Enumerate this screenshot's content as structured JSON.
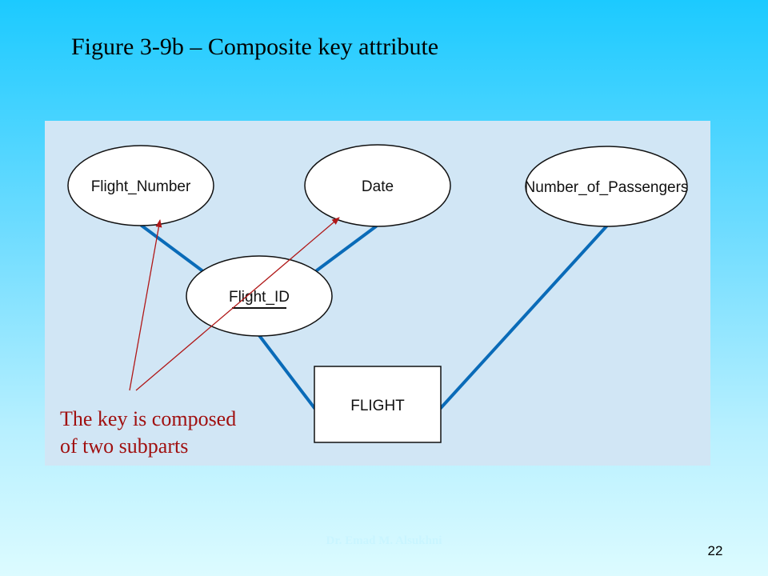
{
  "slide": {
    "title": "Figure 3-9b – Composite key attribute",
    "annotation_line1": "The key is composed",
    "annotation_line2": "of two subparts",
    "footer_author": "Dr. Emad M. Alsukhni",
    "page_number": "22"
  },
  "diagram": {
    "attributes": {
      "flight_number": "Flight_Number",
      "date": "Date",
      "number_of_passengers": "Number_of_Passengers",
      "flight_id": "Flight_ID"
    },
    "entity": "FLIGHT",
    "colors": {
      "panel": "#d1e6f5",
      "connector": "#0a6bb8",
      "arrow": "#b01818",
      "annotation_text": "#a01010"
    }
  }
}
